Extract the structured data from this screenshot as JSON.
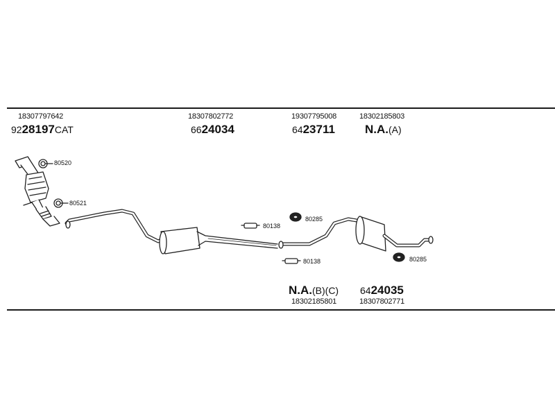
{
  "top_parts": [
    {
      "oe": "18307797642",
      "prefix": "92",
      "main": "28197",
      "suffix": "CAT"
    },
    {
      "oe": "18307802772",
      "prefix": "66",
      "main": "24034",
      "suffix": ""
    },
    {
      "oe": "19307795008",
      "prefix": "64",
      "main": "23711",
      "suffix": ""
    },
    {
      "oe": "18302185803",
      "prefix": "",
      "main": "N.A.",
      "suffix": "(A)"
    }
  ],
  "bottom_parts": [
    {
      "oe": "18302185801",
      "prefix": "",
      "main": "N.A.",
      "suffix": "(B)(C)"
    },
    {
      "oe": "18307802771",
      "prefix": "64",
      "main": "24035",
      "suffix": ""
    }
  ],
  "fittings": [
    {
      "code": "80520",
      "icon": "clamp-ring-icon"
    },
    {
      "code": "80521",
      "icon": "clamp-ring-icon"
    },
    {
      "code": "80138",
      "icon": "bracket-clamp-icon"
    },
    {
      "code": "80285",
      "icon": "rubber-hanger-icon"
    },
    {
      "code": "80138",
      "icon": "bracket-clamp-icon"
    },
    {
      "code": "80285",
      "icon": "rubber-hanger-icon"
    }
  ]
}
